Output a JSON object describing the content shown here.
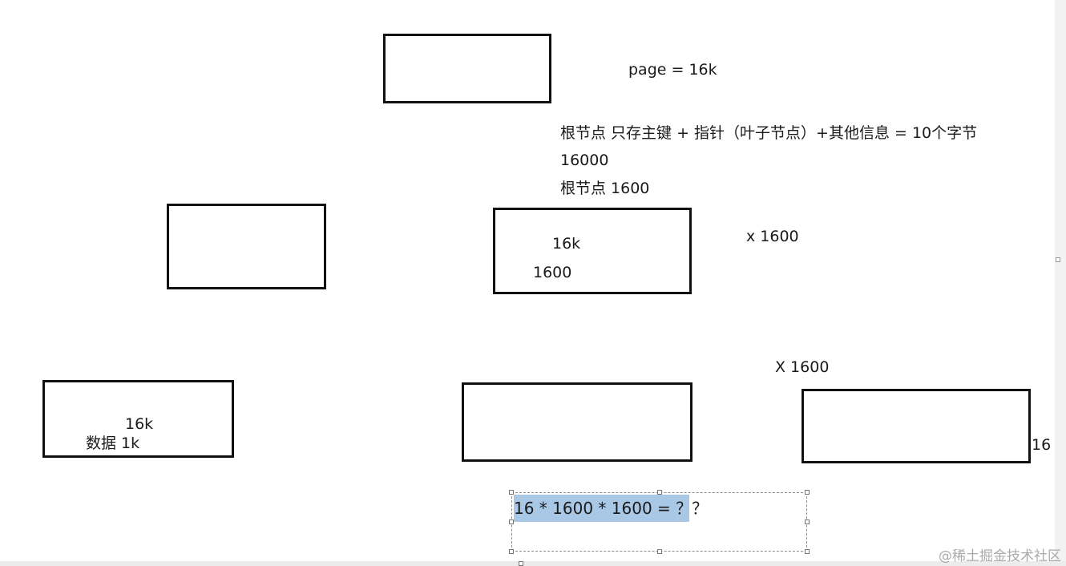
{
  "labels": {
    "page_size": "page = 16k",
    "root_note": "根节点 只存主键 + 指针（叶子节点）+其他信息 = 10个字节",
    "count_16000": "16000",
    "root_count": "根节点 1600",
    "mid_16k": "16k",
    "mid_1600": "1600",
    "times_1600_a": "x 1600",
    "times_1600_b": "X 1600",
    "leaf_16k": "16k",
    "leaf_data": "数据 1k",
    "leaf_16": "16"
  },
  "formula": "16 * 1600 * 1600 = ？？",
  "watermark": "@稀土掘金技术社区",
  "colors": {
    "border": "#111111",
    "highlight": "#a9c8e6",
    "watermark": "#aaaaaa"
  }
}
